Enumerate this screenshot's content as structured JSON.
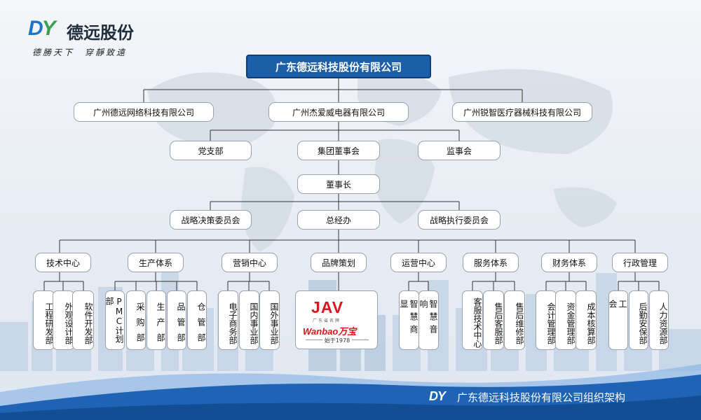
{
  "logo": {
    "mark_d": "D",
    "mark_y": "Y",
    "name": "德远股份",
    "slogan": "德勝天下　穿靜致遠"
  },
  "org": {
    "top": "广东德远科技股份有限公司",
    "subsidiaries": [
      "广州德远网络科技有限公司",
      "广州杰爱威电器有限公司",
      "广州锐智医疗器械科技有限公司"
    ],
    "level2": [
      "党支部",
      "集团董事会",
      "监事会"
    ],
    "chairman": "董事长",
    "level4": [
      "战略决策委员会",
      "总经办",
      "战略执行委员会"
    ],
    "divisions": [
      {
        "name": "技术中心",
        "units": [
          "工程研发部",
          "外观设计部",
          "软件开发部"
        ]
      },
      {
        "name": "生产体系",
        "units": [
          "PMC计划部",
          "采购部",
          "生产部",
          "品管部",
          "仓管部"
        ]
      },
      {
        "name": "营销中心",
        "units": [
          "电子商务部",
          "国内事业部",
          "国外事业部"
        ]
      },
      {
        "name": "品牌策划",
        "units": []
      },
      {
        "name": "运营中心",
        "units": [
          "智慧商显",
          "智慧音响"
        ]
      },
      {
        "name": "服务体系",
        "units": [
          "客服技术中心",
          "售后客服部",
          "售后维修部"
        ]
      },
      {
        "name": "财务体系",
        "units": [
          "会计管理部",
          "资金管理部",
          "成本核算部"
        ]
      },
      {
        "name": "行政管理",
        "units": [
          "工会",
          "后勤安保部",
          "人力资源部"
        ]
      }
    ]
  },
  "brand": {
    "jav": "JAV",
    "jav_sub": "广东省名牌",
    "wanbao": "Wanbao万宝",
    "since": "始于1978"
  },
  "footer": {
    "mark": "DY",
    "title": "广东德远科技股份有限公司组织架构"
  },
  "colors": {
    "header_blue": "#1b5fa8",
    "brand_red": "#d8161c",
    "logo_blue": "#1e74c6",
    "logo_green": "#36a24b"
  }
}
